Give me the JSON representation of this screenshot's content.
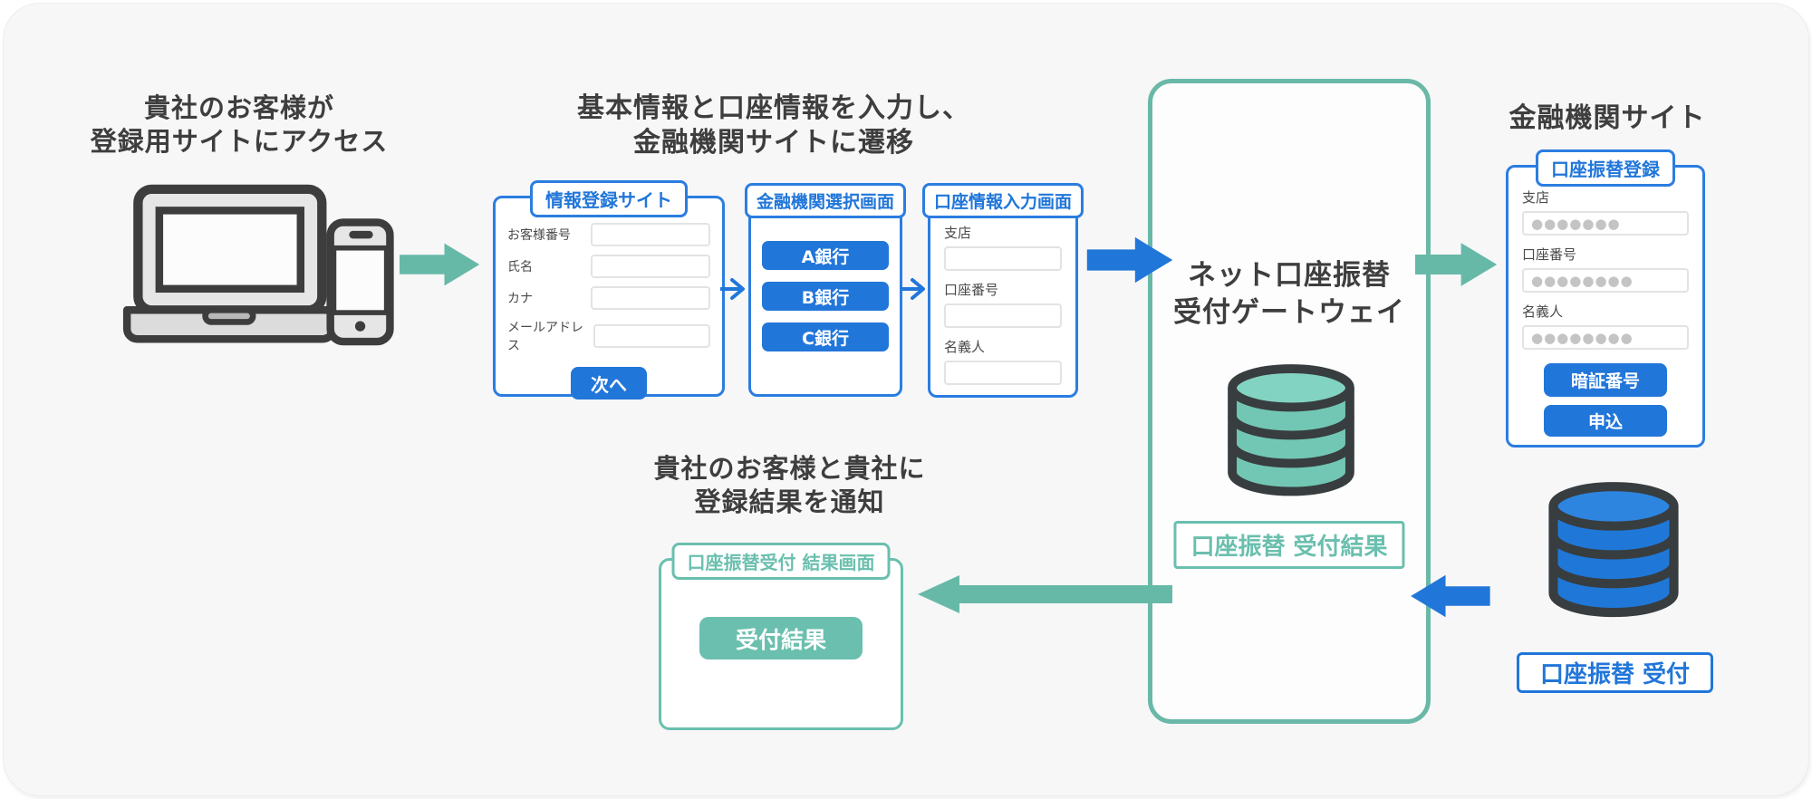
{
  "colors": {
    "teal": "#6ab8a8",
    "teal_fill": "#72c7b4",
    "blue": "#2176d9",
    "dark_text": "#3e3e3e",
    "background": "#f7f7f8"
  },
  "steps": {
    "customer_access": {
      "line1": "貴社のお客様が",
      "line2": "登録用サイトにアクセス"
    },
    "input_step": {
      "line1": "基本情報と口座情報を入力し、",
      "line2": "金融機関サイトに遷移"
    },
    "notify_step": {
      "line1": "貴社のお客様と貴社に",
      "line2": "登録結果を通知"
    }
  },
  "registration_form": {
    "title": "情報登録サイト",
    "fields": [
      {
        "label": "お客様番号",
        "value": ""
      },
      {
        "label": "氏名",
        "value": ""
      },
      {
        "label": "カナ",
        "value": ""
      },
      {
        "label": "メールアドレス",
        "value": ""
      }
    ],
    "submit_label": "次へ"
  },
  "bank_select_form": {
    "title": "金融機関選択画面",
    "banks": [
      "A銀行",
      "B銀行",
      "C銀行"
    ]
  },
  "account_input_form": {
    "title": "口座情報入力画面",
    "fields": [
      {
        "label": "支店",
        "value": ""
      },
      {
        "label": "口座番号",
        "value": ""
      },
      {
        "label": "名義人",
        "value": ""
      }
    ]
  },
  "gateway": {
    "title_line1": "ネット口座振替",
    "title_line2": "受付ゲートウェイ",
    "db_label": "口座振替 受付結果"
  },
  "bank_site": {
    "heading": "金融機関サイト",
    "title": "口座振替登録",
    "fields": [
      {
        "label": "支店",
        "value": "●●●●●●●"
      },
      {
        "label": "口座番号",
        "value": "●●●●●●●●"
      },
      {
        "label": "名義人",
        "value": "●●●●●●●●"
      }
    ],
    "pin_button": "暗証番号",
    "apply_button": "申込"
  },
  "bank_db": {
    "label": "口座振替 受付"
  },
  "result_form": {
    "title": "口座振替受付 結果画面",
    "button": "受付結果"
  }
}
